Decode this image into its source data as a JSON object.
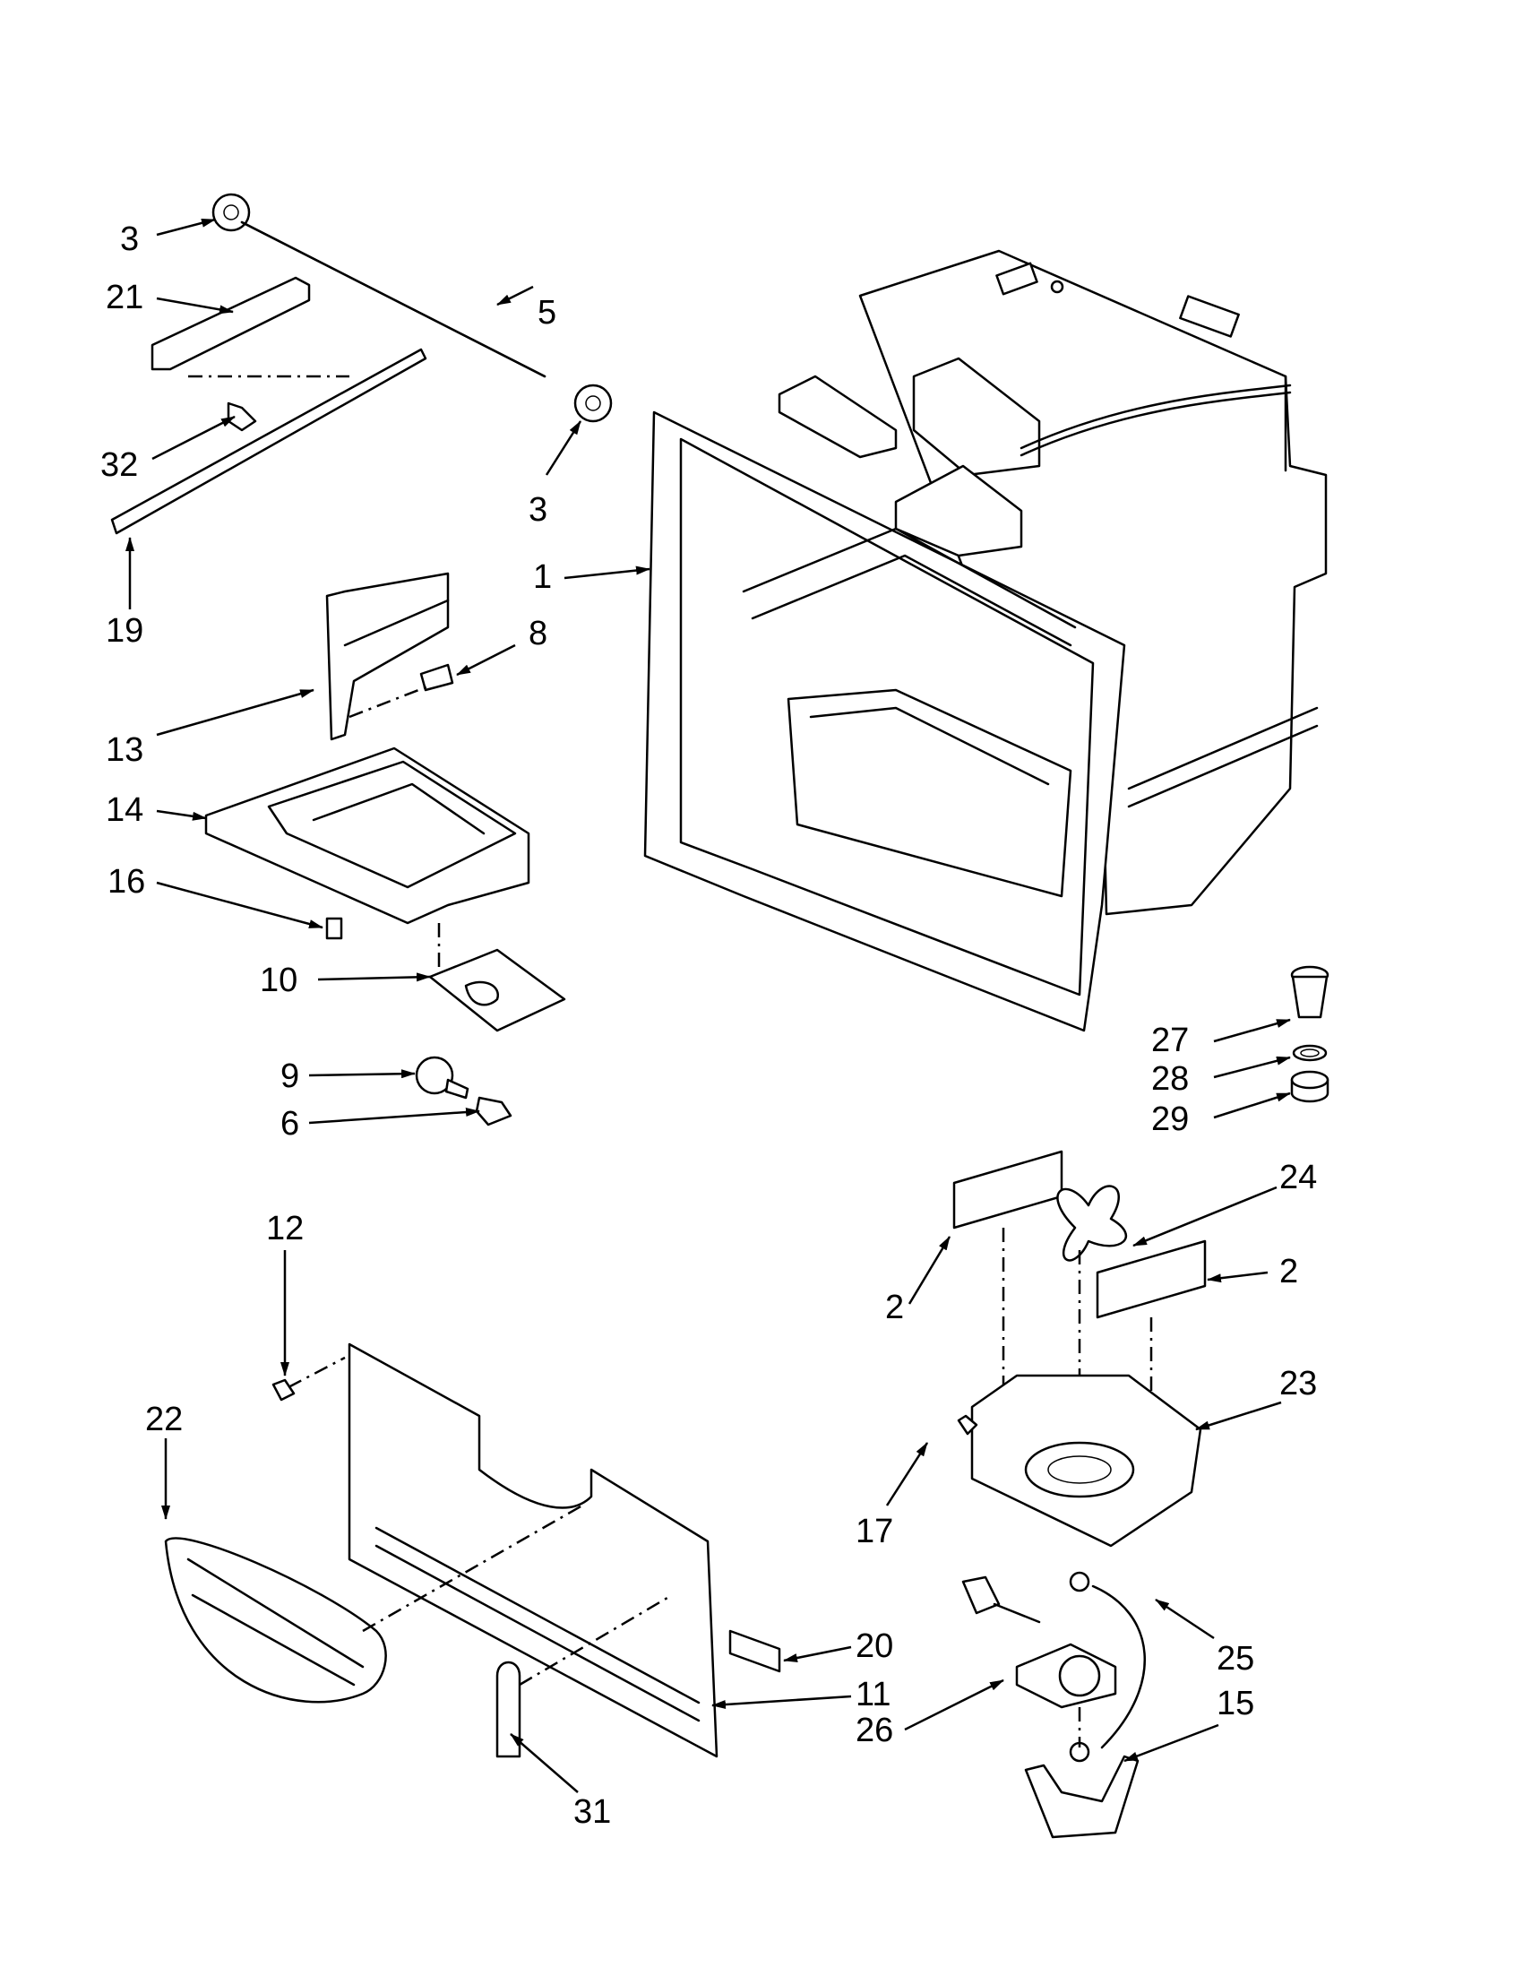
{
  "diagram": {
    "callouts": [
      "3",
      "21",
      "5",
      "32",
      "3",
      "19",
      "1",
      "8",
      "13",
      "14",
      "16",
      "10",
      "9",
      "6",
      "27",
      "28",
      "29",
      "24",
      "2",
      "2",
      "12",
      "22",
      "23",
      "17",
      "20",
      "25",
      "11",
      "26",
      "15",
      "31"
    ]
  }
}
